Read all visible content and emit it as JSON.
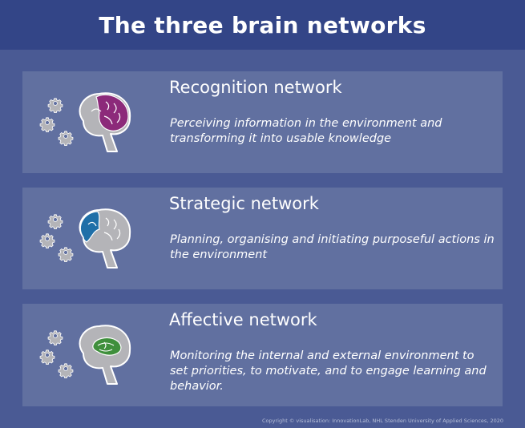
{
  "title": "The three brain networks",
  "networks": [
    {
      "name": "Recognition network",
      "description": "Perceiving information in the environment and transforming it into usable knowledge",
      "icon": "brain-gears-icon",
      "highlight_region": "posterior",
      "highlight_color": "#8c2a7a"
    },
    {
      "name": "Strategic network",
      "description": "Planning, organising and initiating purposeful actions in the environment",
      "icon": "brain-gears-icon",
      "highlight_region": "frontal",
      "highlight_color": "#1f6fa8"
    },
    {
      "name": "Affective network",
      "description": "Monitoring the internal and external environment to set priorities, to motivate, and to engage learning and behavior.",
      "icon": "brain-gears-icon",
      "highlight_region": "center",
      "highlight_color": "#3f8f3c"
    }
  ],
  "footer": "Copyright © visualisation: InnovationLab, NHL Stenden University of Applied Sciences, 2020",
  "colors": {
    "background": "#4a5a94",
    "header": "#334587",
    "card": "#6170a0",
    "brain_gray": "#b4b4b8"
  }
}
